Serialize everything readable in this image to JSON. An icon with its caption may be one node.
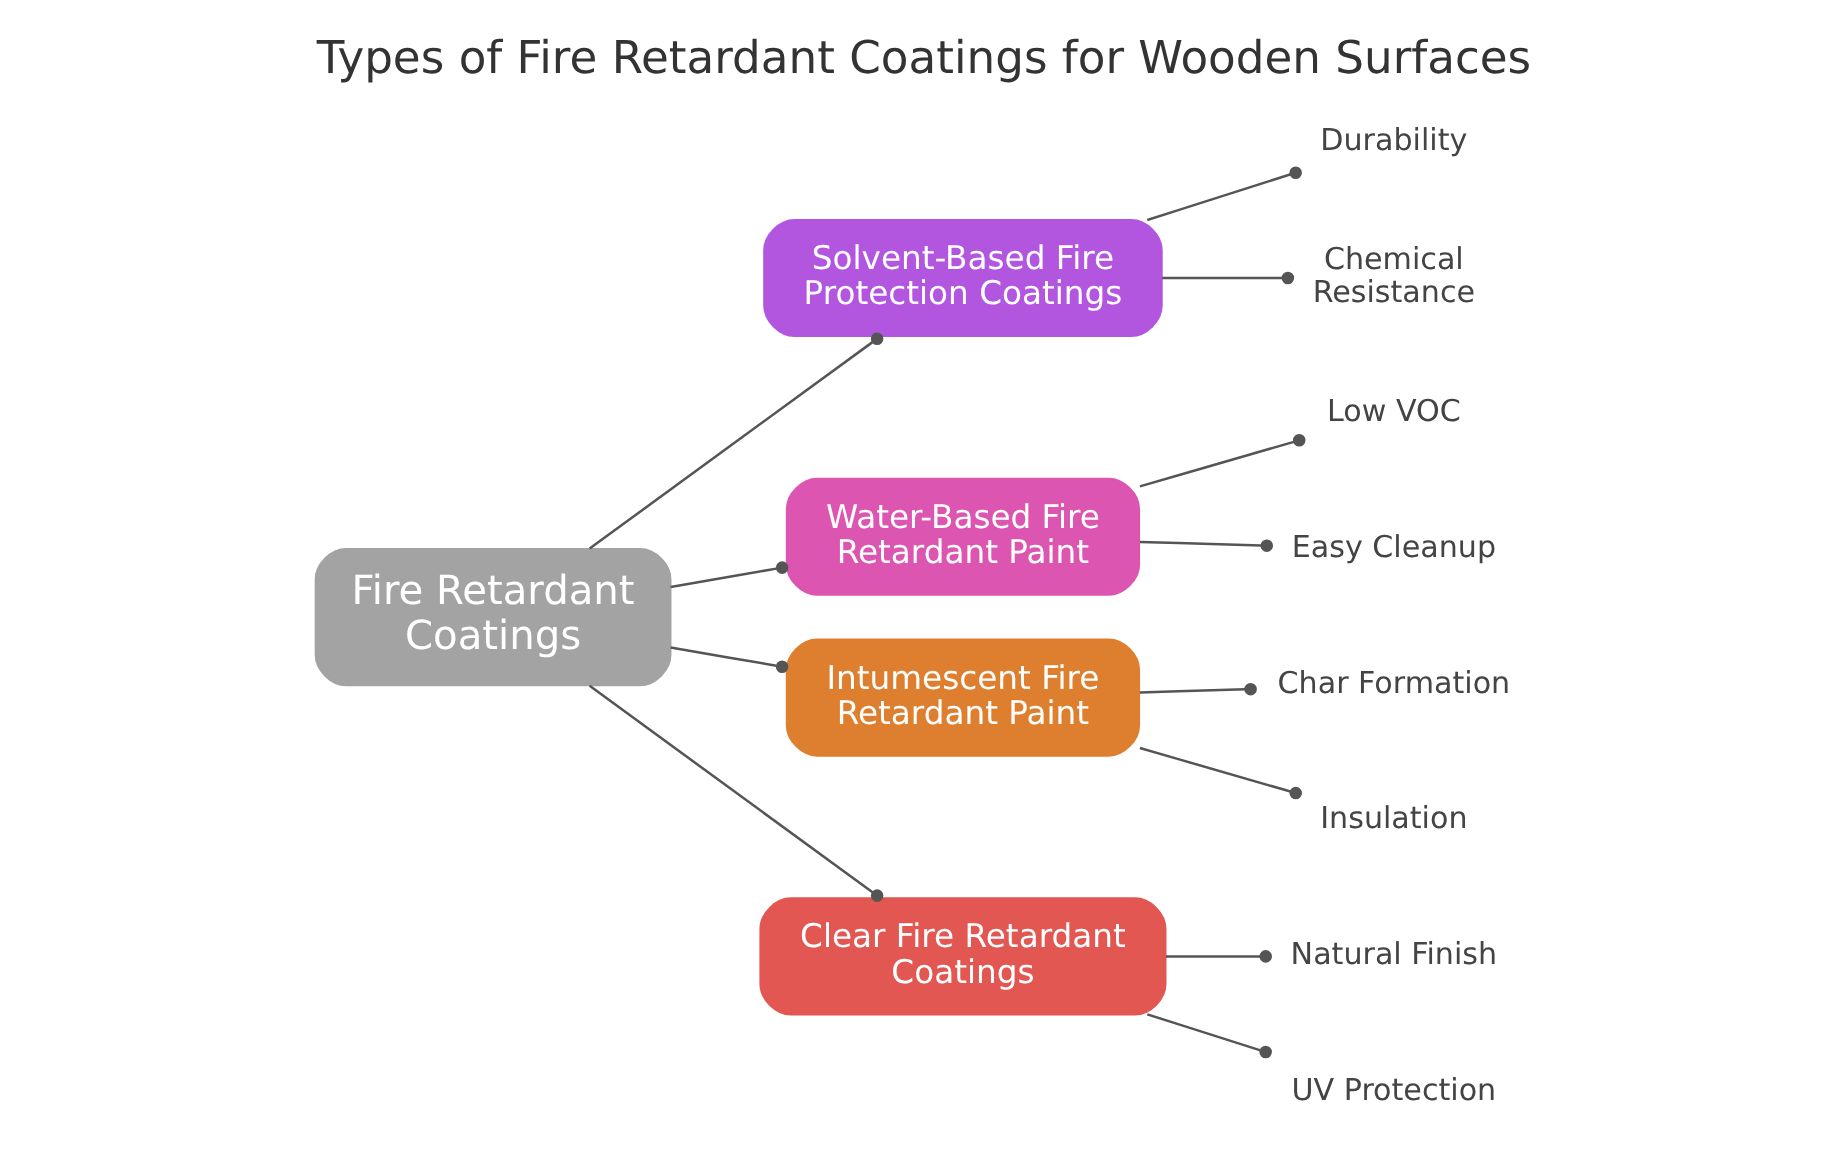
{
  "diagram": {
    "title": "Types of Fire Retardant Coatings for Wooden Surfaces",
    "nodes": [
      {
        "text": [
          "Fire Retardant Coatings"
        ]
      },
      {
        "text": [
          "Solvent-Based Fire Protection Coatings"
        ]
      },
      {
        "text": [
          "Durability"
        ]
      },
      {
        "text": [
          "Chemical Resistance"
        ]
      },
      {
        "text": [
          "Water-Based Fire Retardant Paint"
        ]
      },
      {
        "text": [
          "Low VOC"
        ]
      },
      {
        "text": [
          "Easy Cleanup"
        ]
      },
      {
        "text": [
          "Intumescent Fire Retardant Paint"
        ]
      },
      {
        "text": [
          "Char Formation"
        ]
      },
      {
        "text": [
          "Insulation"
        ]
      },
      {
        "text": [
          "Clear Fire Retardant Coatings"
        ]
      },
      {
        "text": [
          "Natural Finish"
        ]
      },
      {
        "text": [
          "UV Protection"
        ]
      }
    ],
    "edges": [
      {
        "from": 0,
        "to": 1,
        "arrow": "other"
      },
      {
        "from": 1,
        "to": 2,
        "arrow": "other"
      },
      {
        "from": 1,
        "to": 3,
        "arrow": "other"
      },
      {
        "from": 0,
        "to": 4,
        "arrow": "other"
      },
      {
        "from": 4,
        "to": 5,
        "arrow": "other"
      },
      {
        "from": 4,
        "to": 6,
        "arrow": "other"
      },
      {
        "from": 0,
        "to": 7,
        "arrow": "other"
      },
      {
        "from": 7,
        "to": 8,
        "arrow": "other"
      },
      {
        "from": 7,
        "to": 9,
        "arrow": "other"
      },
      {
        "from": 0,
        "to": 10,
        "arrow": "other"
      },
      {
        "from": 10,
        "to": 11,
        "arrow": "other"
      },
      {
        "from": 10,
        "to": 12,
        "arrow": "other"
      }
    ]
  }
}
